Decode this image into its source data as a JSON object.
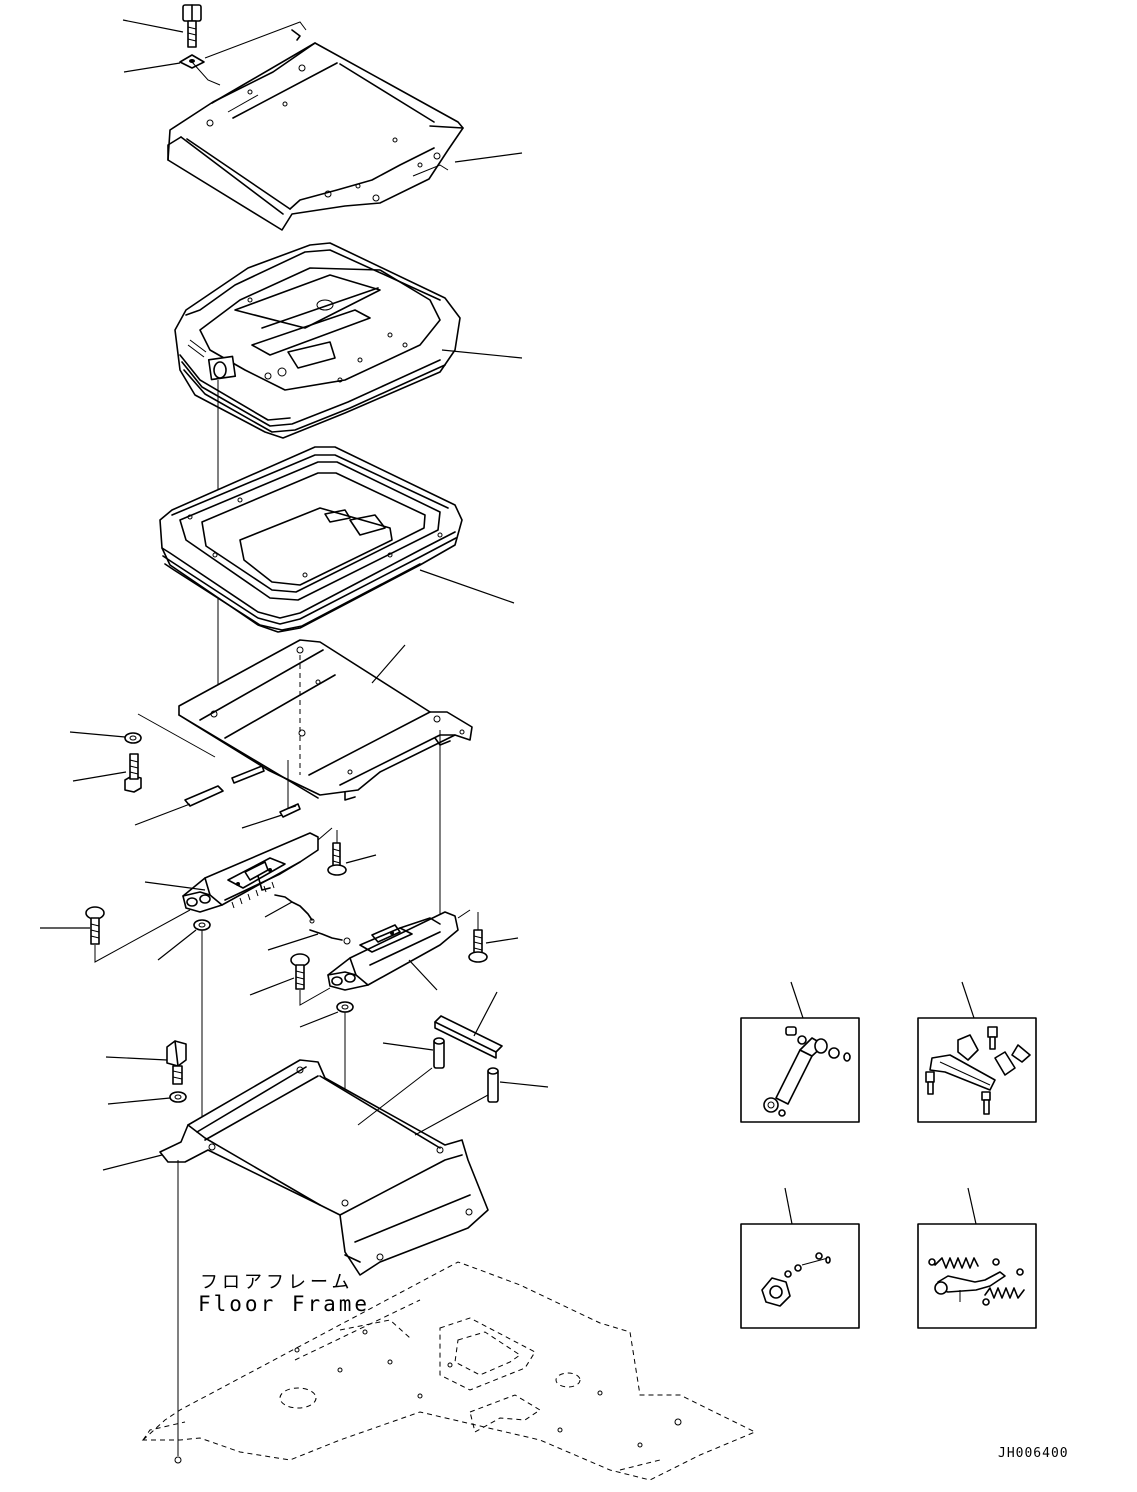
{
  "diagram": {
    "floor_frame_label_jp": "フロアフレーム",
    "floor_frame_label_en": "Floor Frame",
    "drawing_id": "JH006400"
  },
  "colors": {
    "line": "#000000",
    "background": "#ffffff"
  }
}
